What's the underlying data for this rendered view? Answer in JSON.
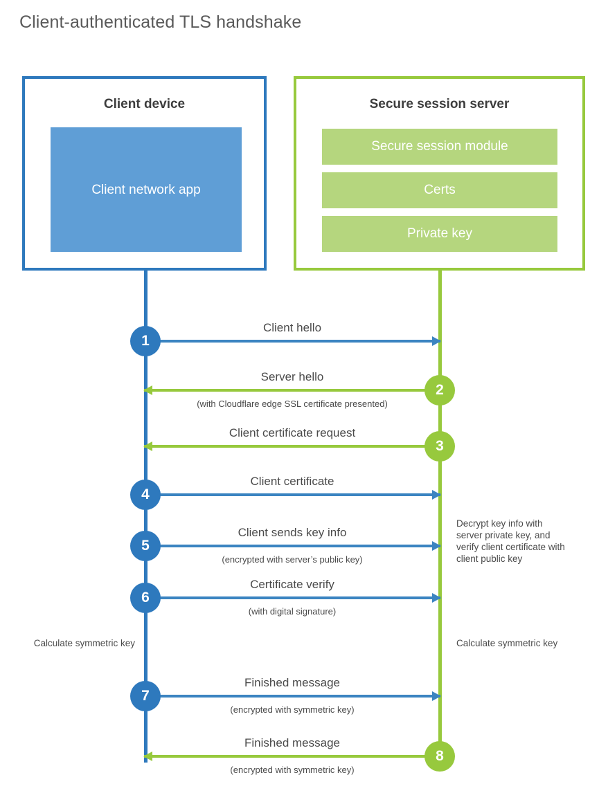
{
  "title": "Client-authenticated TLS handshake",
  "parties": {
    "client": {
      "title": "Client device",
      "app_label": "Client network app",
      "accent": "#2e79bd",
      "fill": "#5f9ed6"
    },
    "server": {
      "title": "Secure session server",
      "accent": "#97c93d",
      "fill": "#b5d67e",
      "modules": [
        {
          "label": "Secure session module"
        },
        {
          "label": "Certs"
        },
        {
          "label": "Private key"
        }
      ]
    }
  },
  "steps": [
    {
      "number": "1",
      "direction": "to-server",
      "color": "#2e79bd",
      "label": "Client hello",
      "sublabel": ""
    },
    {
      "number": "2",
      "direction": "to-client",
      "color": "#97c93d",
      "label": "Server hello",
      "sublabel": "(with Cloudflare edge SSL certificate presented)"
    },
    {
      "number": "3",
      "direction": "to-client",
      "color": "#97c93d",
      "label": "Client certificate request",
      "sublabel": ""
    },
    {
      "number": "4",
      "direction": "to-server",
      "color": "#2e79bd",
      "label": "Client certificate",
      "sublabel": ""
    },
    {
      "number": "5",
      "direction": "to-server",
      "color": "#2e79bd",
      "label": "Client sends key info",
      "sublabel": "(encrypted with server’s public key)"
    },
    {
      "number": "6",
      "direction": "to-server",
      "color": "#2e79bd",
      "label": "Certificate verify",
      "sublabel": "(with digital signature)"
    },
    {
      "number": "7",
      "direction": "to-server",
      "color": "#2e79bd",
      "label": "Finished message",
      "sublabel": "(encrypted with symmetric key)"
    },
    {
      "number": "8",
      "direction": "to-client",
      "color": "#97c93d",
      "label": "Finished message",
      "sublabel": "(encrypted with symmetric key)"
    }
  ],
  "annotations": {
    "server_decrypt": "Decrypt key info with server private key, and verify client certificate with client public key",
    "client_calculate": "Calculate symmetric key",
    "server_calculate": "Calculate symmetric key"
  }
}
